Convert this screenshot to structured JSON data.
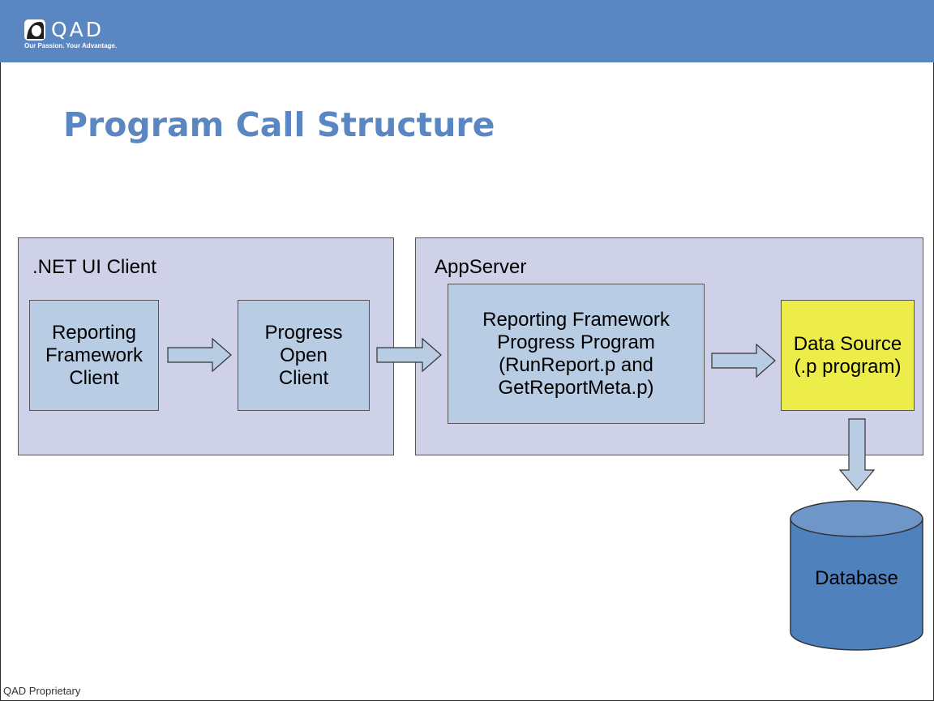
{
  "header": {
    "logo_text": "QAD",
    "logo_tagline": "Our Passion. Your Advantage.",
    "background_color": "#5a86c2"
  },
  "title": "Program Call Structure",
  "diagram": {
    "client_panel": {
      "label": ".NET UI Client",
      "boxes": [
        {
          "text": "Reporting\nFramework\nClient"
        },
        {
          "text": "Progress\nOpen\nClient"
        }
      ]
    },
    "appserver_panel": {
      "label": "AppServer",
      "boxes": [
        {
          "text": "Reporting Framework\nProgress Program\n(RunReport.p and\nGetReportMeta.p)"
        },
        {
          "text": "Data Source\n(.p program)"
        }
      ]
    },
    "database": {
      "label": "Database"
    },
    "arrows": [
      {
        "from": "Reporting Framework Client",
        "to": "Progress Open Client",
        "icon": "right-arrow-icon"
      },
      {
        "from": "Progress Open Client",
        "to": "Reporting Framework Progress Program",
        "icon": "right-arrow-icon"
      },
      {
        "from": "Reporting Framework Progress Program",
        "to": "Data Source",
        "icon": "right-arrow-icon"
      },
      {
        "from": "Data Source",
        "to": "Database",
        "icon": "down-arrow-icon"
      }
    ],
    "colors": {
      "panel_fill": "#cfd1e8",
      "box_fill": "#b8cce4",
      "data_source_fill": "#ecec4a",
      "database_fill": "#4f81bd",
      "arrow_fill": "#b8cce4"
    }
  },
  "footer": "QAD Proprietary"
}
